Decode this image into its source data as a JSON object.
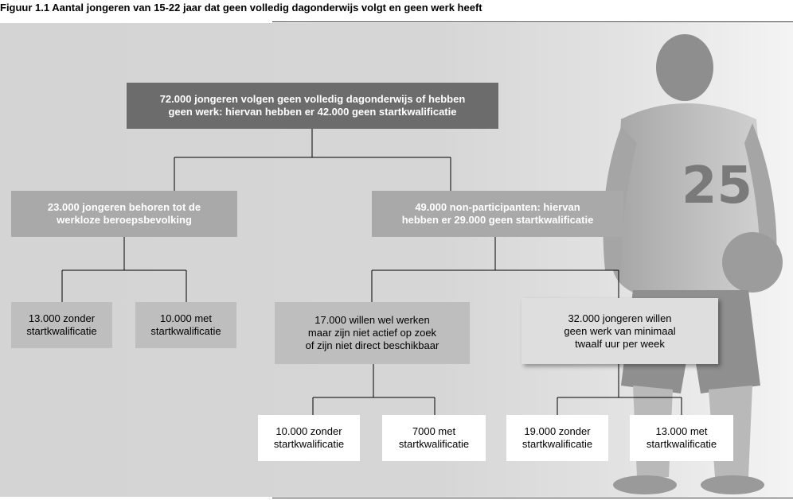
{
  "caption": "Figuur 1.1 Aantal jongeren van 15-22 jaar dat geen volledig dagonderwijs volgt en geen werk heeft",
  "decor": {
    "jersey_number": "25"
  },
  "boxes": {
    "root": "72.000 jongeren volgen geen volledig dagonderwijs of hebben\ngeen werk: hiervan hebben er 42.000 geen startkwalificatie",
    "left": "23.000 jongeren behoren tot de\nwerkloze beroepsbevolking",
    "left_a": "13.000 zonder\nstartkwalificatie",
    "left_b": "10.000 met\nstartkwalificatie",
    "right": "49.000 non-participanten: hiervan\nhebben er 29.000 geen startkwalificatie",
    "right_a": "17.000 willen wel werken\nmaar zijn niet actief op zoek\nof zijn niet direct beschikbaar",
    "right_b": "32.000 jongeren willen\ngeen werk van minimaal\ntwaalf uur per week",
    "ra_1": "10.000 zonder\nstartkwalificatie",
    "ra_2": "7000 met\nstartkwalificatie",
    "rb_1": "19.000 zonder\nstartkwalificatie",
    "rb_2": "13.000 met\nstartkwalificatie"
  },
  "colors": {
    "dark": "#6c6c6c",
    "mid": "#a9a9a9",
    "light": "#bebebe",
    "white": "#ffffff"
  }
}
